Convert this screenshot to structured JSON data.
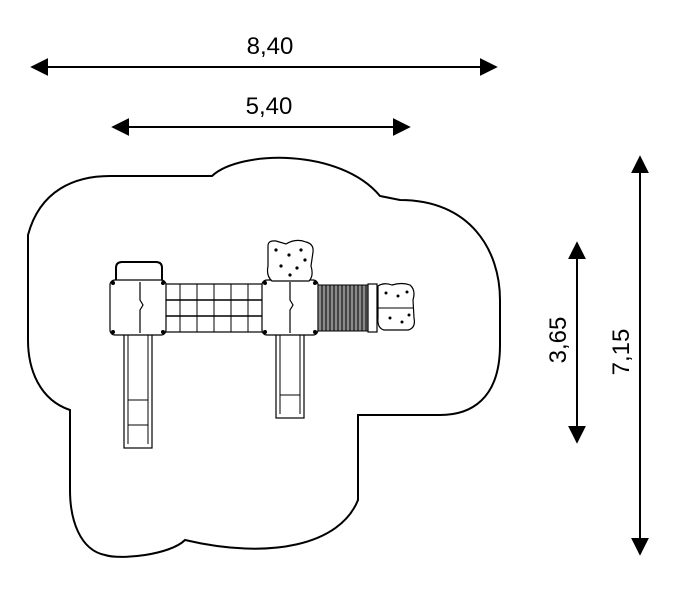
{
  "dimensions": {
    "overall_width": "8,40",
    "inner_width": "5,40",
    "inner_depth": "3,65",
    "overall_depth": "7,15"
  },
  "colors": {
    "line": "#000000",
    "platform": "#e6e6e6",
    "slide": "#cfcfcf",
    "tunnel": "#9a9a9a",
    "background": "#ffffff"
  }
}
